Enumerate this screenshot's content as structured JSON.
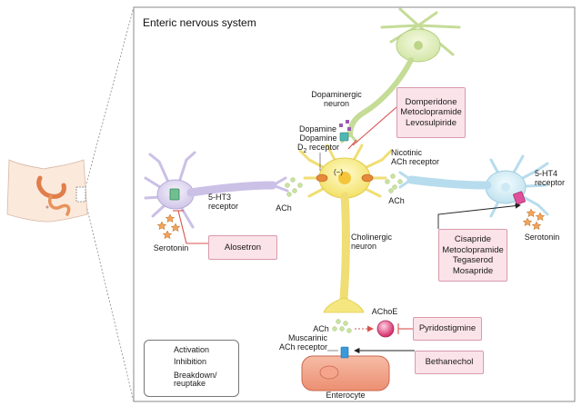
{
  "diagram": {
    "title": "Enteric nervous system",
    "neurons": {
      "dopaminergic": "Dopaminergic\nneuron",
      "cholinergic": "Cholinergic\nneuron"
    },
    "labels": {
      "dopamine": "Dopamine",
      "d2_receptor": "Dopamine\nD2 receptor",
      "nicotinic": "Nicotinic\nACh receptor",
      "ht3_receptor": "5-HT3\nreceptor",
      "ht4_receptor": "5-HT4\nreceptor",
      "serotonin_left": "Serotonin",
      "serotonin_right": "Serotonin",
      "ach_left": "ACh",
      "ach_right": "ACh",
      "ach_bottom": "ACh",
      "achoe": "AChoE",
      "muscarinic": "Muscarinic\nACh receptor",
      "enterocyte": "Enterocyte",
      "minus": "(−)"
    },
    "drugs": {
      "d2_antagonists": [
        "Domperidone",
        "Metoclopramide",
        "Levosulpiride"
      ],
      "ht3_antagonist": [
        "Alosetron"
      ],
      "ht4_agonists": [
        "Cisapride",
        "Metoclopramide",
        "Tegaserod",
        "Mosapride"
      ],
      "cholinesterase_inhibitor": [
        "Pyridostigmine"
      ],
      "muscarinic_agonist": [
        "Bethanechol"
      ]
    },
    "legend": {
      "activation": "Activation",
      "inhibition": "Inhibition",
      "breakdown": "Breakdown/\nreuptake"
    },
    "colors": {
      "inhibition_line": "#d9534f",
      "drug_box_fill": "#fbe3ea",
      "drug_box_border": "#d89aac",
      "cholinergic_neuron": "#f7ec8a",
      "dopaminergic_neuron": "#e6f0c6",
      "serotonergic_left": "#ddd6f0",
      "serotonergic_right": "#d6ecf4",
      "enterocyte": "#f2a78e"
    }
  }
}
